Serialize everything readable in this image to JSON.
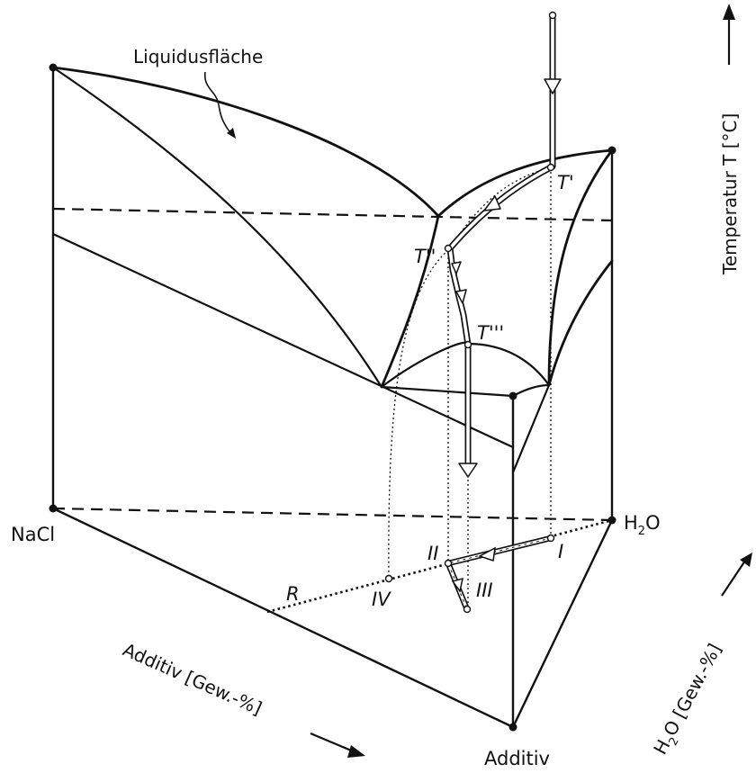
{
  "labels": {
    "liquidus_surface": "Liquidusfläche",
    "temperature_axis": "Temperatur T [°C]",
    "corner_nacl": "NaCl",
    "corner_h2o_main": "H",
    "corner_h2o_sub": "2",
    "corner_h2o_tail": "O",
    "corner_additive": "Additiv",
    "axis_additive": "Additiv [Gew.-%]",
    "axis_water_main": "H",
    "axis_water_sub": "2",
    "axis_water_tail": "O [Gew.-%]"
  },
  "points": {
    "t1": "T'",
    "t2": "T''",
    "t3": "T'''",
    "p1": "I",
    "p2": "II",
    "p3": "III",
    "p4": "IV",
    "r": "R"
  },
  "colors": {
    "line": "#111111",
    "background": "#ffffff"
  }
}
